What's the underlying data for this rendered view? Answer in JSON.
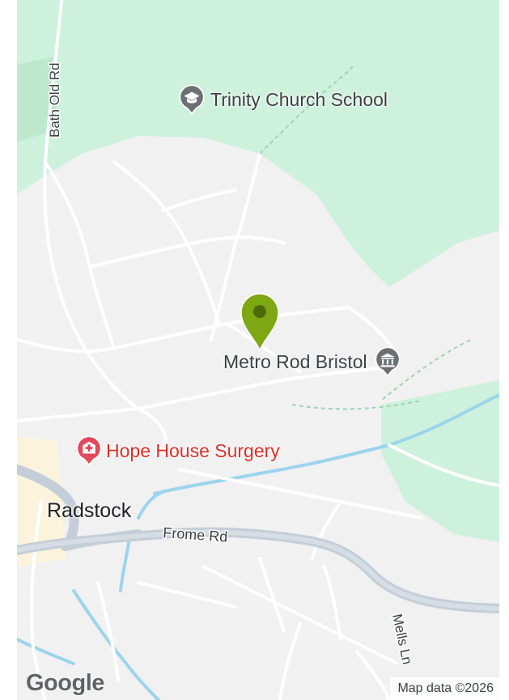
{
  "map": {
    "colors": {
      "land": "#f1f1f1",
      "park": "#cdf1dc",
      "road": "#ffffff",
      "major_road": "#c5ced8",
      "water": "#9cd4ee",
      "pin": "#7da713",
      "hospital": "#e2495a",
      "poi_gray": "#5f6368"
    },
    "roads": {
      "bath_old_rd": "Bath Old Rd",
      "frome_rd": "Frome Rd",
      "mells_ln": "Mells Ln"
    },
    "pois": [
      {
        "label": "Trinity Church School",
        "icon": "school-icon",
        "color": "#3c4043"
      },
      {
        "label": "Metro Rod Bristol",
        "icon": "bank-icon",
        "color": "#3c4043"
      },
      {
        "label": "Hope House Surgery",
        "icon": "hospital-icon",
        "color": "#d93025"
      }
    ],
    "place": "Radstock",
    "marker": "location-pin-icon",
    "logo": "Google",
    "attribution": "Map data ©2026"
  }
}
